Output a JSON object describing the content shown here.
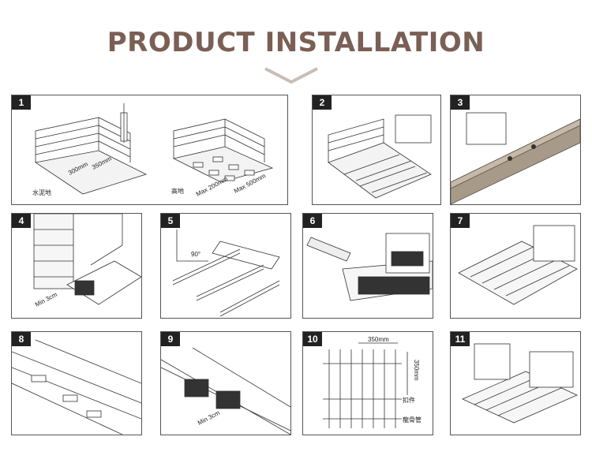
{
  "header": {
    "title": "PRODUCT INSTALLATION"
  },
  "steps": [
    {
      "number": "1",
      "labels": {
        "floor_a": "水泥地",
        "floor_b": "高地",
        "dim_a": "300mm",
        "dim_b": "350mm",
        "max_a": "Max 200mm",
        "max_b": "Max 500mm"
      }
    },
    {
      "number": "2"
    },
    {
      "number": "3"
    },
    {
      "number": "4",
      "labels": {
        "gap": "Min 3cm"
      }
    },
    {
      "number": "5",
      "labels": {
        "angle": "90°"
      }
    },
    {
      "number": "6"
    },
    {
      "number": "7"
    },
    {
      "number": "8"
    },
    {
      "number": "9",
      "labels": {
        "gap": "Min 3cm"
      }
    },
    {
      "number": "10",
      "labels": {
        "width": "350mm",
        "height": "350mm",
        "clip": "扣件",
        "joist": "龍骨管"
      }
    },
    {
      "number": "11"
    }
  ],
  "colors": {
    "title": "#7a5f55",
    "line": "#333333",
    "badge": "#222222"
  }
}
